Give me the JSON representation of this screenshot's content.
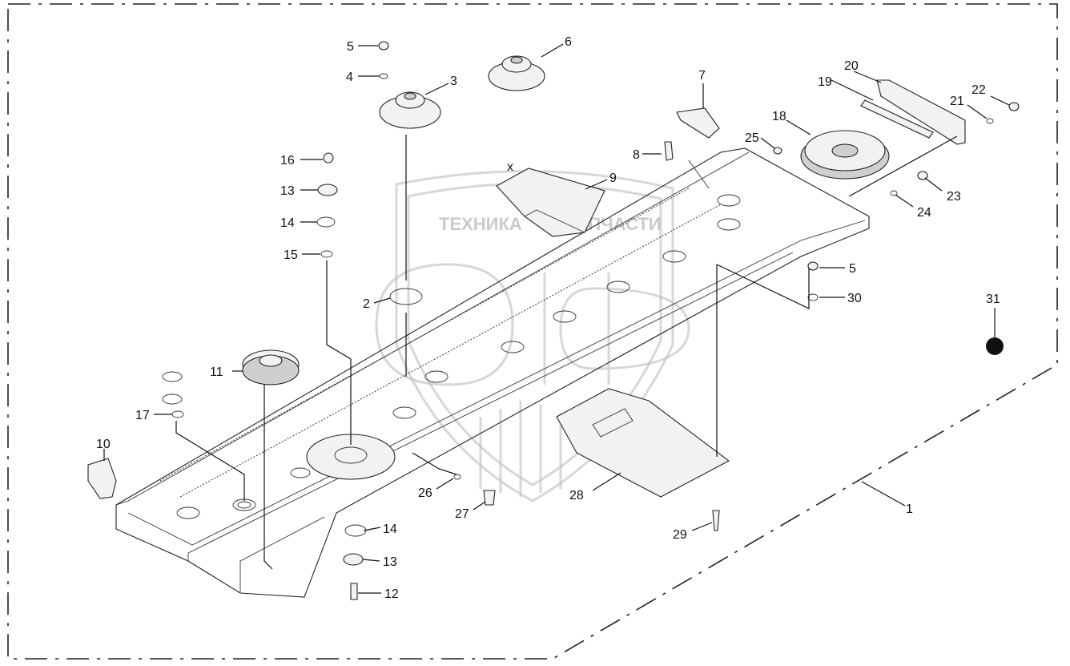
{
  "watermark": {
    "line1": "ТЕХНИКА",
    "line2": "ЗАПЧАСТИ",
    "logo": "ЭЛФ"
  },
  "callouts": [
    {
      "id": "c1",
      "label": "1"
    },
    {
      "id": "c2",
      "label": "2"
    },
    {
      "id": "c3",
      "label": "3"
    },
    {
      "id": "c4",
      "label": "4"
    },
    {
      "id": "c5a",
      "label": "5"
    },
    {
      "id": "c5b",
      "label": "5"
    },
    {
      "id": "c6",
      "label": "6"
    },
    {
      "id": "c7",
      "label": "7"
    },
    {
      "id": "c8",
      "label": "8"
    },
    {
      "id": "c9",
      "label": "9"
    },
    {
      "id": "c10",
      "label": "10"
    },
    {
      "id": "c11",
      "label": "11"
    },
    {
      "id": "c12",
      "label": "12"
    },
    {
      "id": "c13a",
      "label": "13"
    },
    {
      "id": "c13b",
      "label": "13"
    },
    {
      "id": "c14a",
      "label": "14"
    },
    {
      "id": "c14b",
      "label": "14"
    },
    {
      "id": "c15",
      "label": "15"
    },
    {
      "id": "c16",
      "label": "16"
    },
    {
      "id": "c17",
      "label": "17"
    },
    {
      "id": "c18",
      "label": "18"
    },
    {
      "id": "c19",
      "label": "19"
    },
    {
      "id": "c20",
      "label": "20"
    },
    {
      "id": "c21",
      "label": "21"
    },
    {
      "id": "c22",
      "label": "22"
    },
    {
      "id": "c23",
      "label": "23"
    },
    {
      "id": "c24",
      "label": "24"
    },
    {
      "id": "c25",
      "label": "25"
    },
    {
      "id": "c26",
      "label": "26"
    },
    {
      "id": "c27",
      "label": "27"
    },
    {
      "id": "c28",
      "label": "28"
    },
    {
      "id": "c29",
      "label": "29"
    },
    {
      "id": "c30",
      "label": "30"
    },
    {
      "id": "c31",
      "label": "31"
    }
  ],
  "marks": {
    "x_mark": "x"
  },
  "colors": {
    "line": "#222222",
    "watermark": "#bdbdbd",
    "background": "#ffffff"
  }
}
